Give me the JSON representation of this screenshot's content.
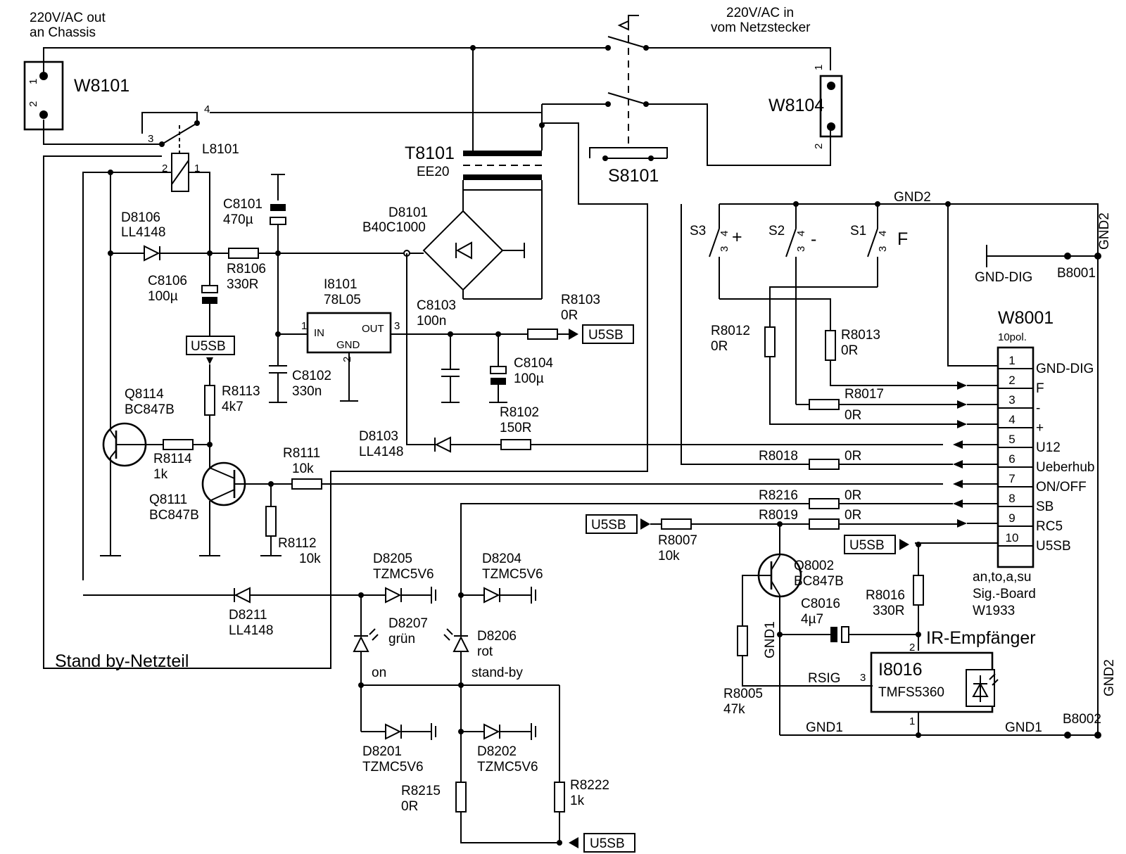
{
  "header": {
    "ac_out": [
      "220V/AC out",
      "an Chassis"
    ],
    "ac_in": [
      "220V/AC in",
      "vom Netzstecker"
    ]
  },
  "components": {
    "w8101": "W8101",
    "w8104": "W8104",
    "l8101": "L8101",
    "t8101": "T8101",
    "ee20": "EE20",
    "s8101": "S8101",
    "c8101": [
      "C8101",
      "470µ"
    ],
    "d8101": [
      "D8101",
      "B40C1000"
    ],
    "d8106": [
      "D8106",
      "LL4148"
    ],
    "r8106": [
      "R8106",
      "330R"
    ],
    "c8106": [
      "C8106",
      "100µ"
    ],
    "i8101": [
      "I8101",
      "78L05"
    ],
    "c8103": [
      "C8103",
      "100n"
    ],
    "r8103": [
      "R8103",
      "0R"
    ],
    "c8102": [
      "C8102",
      "330n"
    ],
    "c8104": [
      "C8104",
      "100µ"
    ],
    "r8113": [
      "R8113",
      "4k7"
    ],
    "q8114": [
      "Q8114",
      "BC847B"
    ],
    "r8114": [
      "R8114",
      "1k"
    ],
    "q8111": [
      "Q8111",
      "BC847B"
    ],
    "r8111": [
      "R8111",
      "10k"
    ],
    "r8112": [
      "R8112",
      "10k"
    ],
    "r8102": [
      "R8102",
      "150R"
    ],
    "d8103": [
      "D8103",
      "LL4148"
    ],
    "d8205": [
      "D8205",
      "TZMC5V6"
    ],
    "d8204": [
      "D8204",
      "TZMC5V6"
    ],
    "d8211": [
      "D8211",
      "LL4148"
    ],
    "d8207": [
      "D8207",
      "grün"
    ],
    "d8206": [
      "D8206",
      "rot"
    ],
    "d8201": [
      "D8201",
      "TZMC5V6"
    ],
    "d8202": [
      "D8202",
      "TZMC5V6"
    ],
    "r8215": [
      "R8215",
      "0R"
    ],
    "r8222": [
      "R8222",
      "1k"
    ],
    "s3": "S3",
    "s2": "S2",
    "s1": "S1",
    "sw_plus": "+",
    "sw_minus": "-",
    "sw_f": "F",
    "r8012": [
      "R8012",
      "0R"
    ],
    "r8013": [
      "R8013",
      "0R"
    ],
    "r8017": [
      "R8017",
      "0R"
    ],
    "r8018": [
      "R8018",
      "0R"
    ],
    "r8216": [
      "R8216",
      "0R"
    ],
    "r8019": [
      "R8019",
      "0R"
    ],
    "r8007": [
      "R8007",
      "10k"
    ],
    "q8002": [
      "Q8002",
      "BC847B"
    ],
    "c8016": [
      "C8016",
      "4µ7"
    ],
    "r8016": [
      "R8016",
      "330R"
    ],
    "r8005": [
      "R8005",
      "47k"
    ],
    "i8016": [
      "I8016",
      "TMFS5360"
    ],
    "b8001": "B8001",
    "b8002": "B8002"
  },
  "nets": {
    "u5sb": "U5SB",
    "gnd2": "GND2",
    "gnd1": "GND1",
    "gnd_dig": "GND-DIG",
    "rsig": "RSIG",
    "in": "IN",
    "out": "OUT",
    "gnd": "GND",
    "on": "on",
    "stand_by": "stand-by",
    "ir": "IR-Empfänger",
    "standby_title": "Stand by-Netzteil"
  },
  "connector": {
    "name": "W8001",
    "sub": "10pol.",
    "pins": [
      {
        "num": "1",
        "label": "GND-DIG"
      },
      {
        "num": "2",
        "label": "F"
      },
      {
        "num": "3",
        "label": "-"
      },
      {
        "num": "4",
        "label": "+"
      },
      {
        "num": "5",
        "label": "U12"
      },
      {
        "num": "6",
        "label": "Ueberhub"
      },
      {
        "num": "7",
        "label": "ON/OFF"
      },
      {
        "num": "8",
        "label": "SB"
      },
      {
        "num": "9",
        "label": "RC5"
      },
      {
        "num": "10",
        "label": "U5SB"
      }
    ],
    "note": [
      "an,to,a,su",
      "Sig.-Board",
      "W1933"
    ]
  },
  "pins": {
    "p1": "1",
    "p2": "2",
    "p3": "3",
    "p4": "4"
  }
}
